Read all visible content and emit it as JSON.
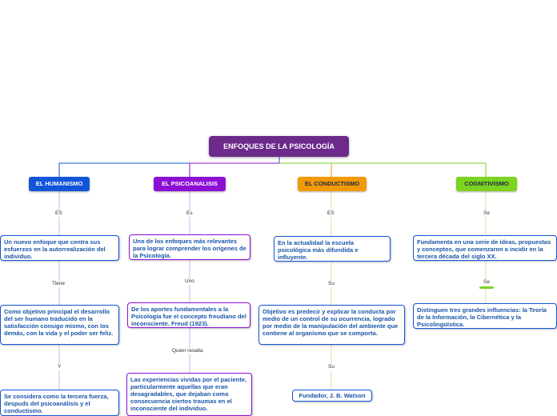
{
  "colors": {
    "root": "#6c2a8b",
    "humanismo": "#1255d8",
    "psicoanalisis": "#8c10d4",
    "conductismo": "#f29a08",
    "cognitivismo": "#7ed321"
  },
  "root": {
    "label": "ENFOQUES DE LA PSICOLOGÍA"
  },
  "branches": [
    {
      "label": "EL HUMANISMO",
      "links": [
        "ES",
        "Tiene",
        "Y"
      ],
      "cards": [
        "Un nuevo enfoque que centra sus esfuerzos en la autorrealización del individuo.",
        "Como objetivo principal el desarrollo del ser humano traducido en la satisfacción consigo mismo, con los demás, con la vida y el poder ser feliz.",
        "Se considera como la tercera fuerza, despuds del psicoanálisis y el conductismo."
      ]
    },
    {
      "label": "EL PSICOANALISIS",
      "links": [
        "Es",
        "Uno",
        "Quien resalta"
      ],
      "cards": [
        "Uno de los enfoques más relevantes para lograr comprender los orígenes de la Psicología.",
        "De los aportes fundamentales a la Psicología fue el concepto freudiano del inconsciente. Freud (1923).",
        "Las experiencias vividas por el paciente, particularmente aquellas que eran desagradables, que dejaban como consecuencia ciertos traumas en el inconsciente del individuo."
      ]
    },
    {
      "label": "EL CONDUCTISMO",
      "links": [
        "ES",
        "Su",
        "Su"
      ],
      "cards": [
        "En la actualidad la escuela psicológica más difundida e influyente.",
        "Objetivo es  predecir y explicar la conducta por medio de un  control de su  ocurrencia, logrado por medio de la manipulación del ambiente que contiene al organismo que se comporta.",
        "Fundador, J. B. Watson"
      ]
    },
    {
      "label": "COGNITIVISMO",
      "links": [
        "Se",
        "Se"
      ],
      "cards": [
        "Fundamenta en una serie de ideas, propuestas y conceptos, que comenzaron a incidir en la tercera década del siglo XX.",
        "Distinguen tres grandes influencias: la Teoría de la Información, la Cibernética y la Psicolingüística."
      ]
    }
  ]
}
